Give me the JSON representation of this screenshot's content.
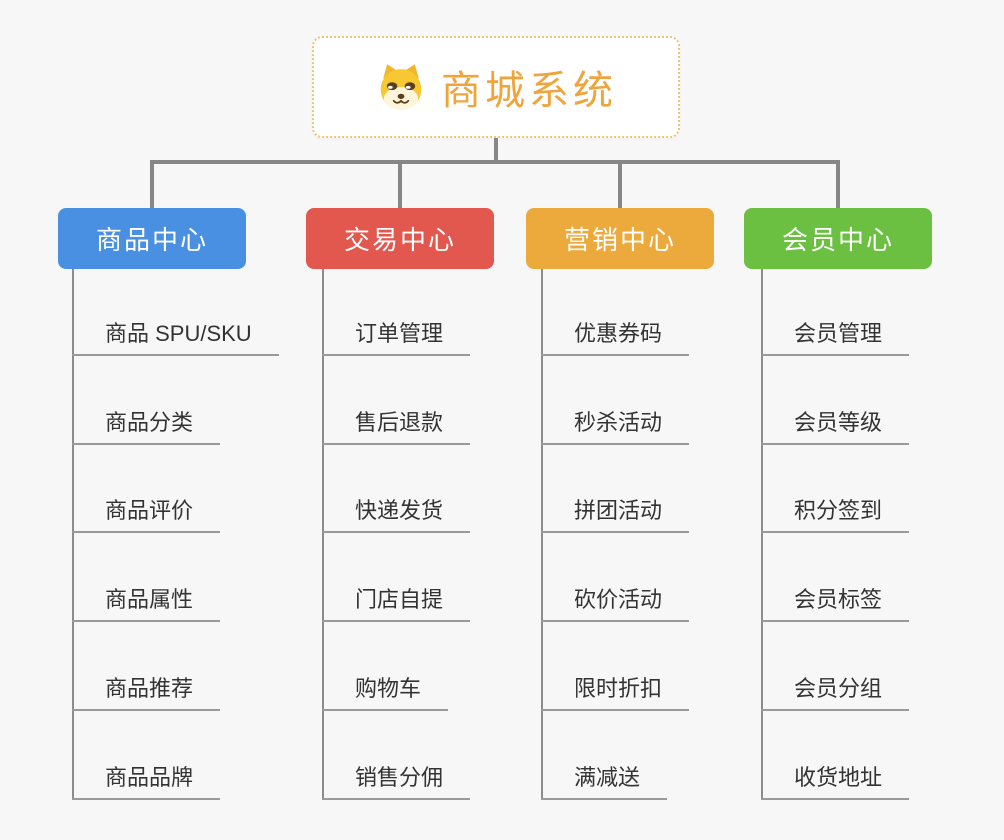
{
  "root": {
    "label": "商城系统",
    "icon": "dog-icon",
    "text_color": "#f0a43c",
    "border_color": "#f2c279"
  },
  "theme": {
    "background": "#f7f7f7",
    "connector_color": "#878787",
    "underline_color": "#9a9a9a",
    "child_text_color": "#333333"
  },
  "branches": [
    {
      "label": "商品中心",
      "color": "#4a90e2",
      "children": [
        "商品 SPU/SKU",
        "商品分类",
        "商品评价",
        "商品属性",
        "商品推荐",
        "商品品牌"
      ]
    },
    {
      "label": "交易中心",
      "color": "#e2574e",
      "children": [
        "订单管理",
        "售后退款",
        "快递发货",
        "门店自提",
        "购物车",
        "销售分佣"
      ]
    },
    {
      "label": "营销中心",
      "color": "#eca93c",
      "children": [
        "优惠券码",
        "秒杀活动",
        "拼团活动",
        "砍价活动",
        "限时折扣",
        "满减送"
      ]
    },
    {
      "label": "会员中心",
      "color": "#6bbf41",
      "children": [
        "会员管理",
        "会员等级",
        "积分签到",
        "会员标签",
        "会员分组",
        "收货地址"
      ]
    }
  ]
}
